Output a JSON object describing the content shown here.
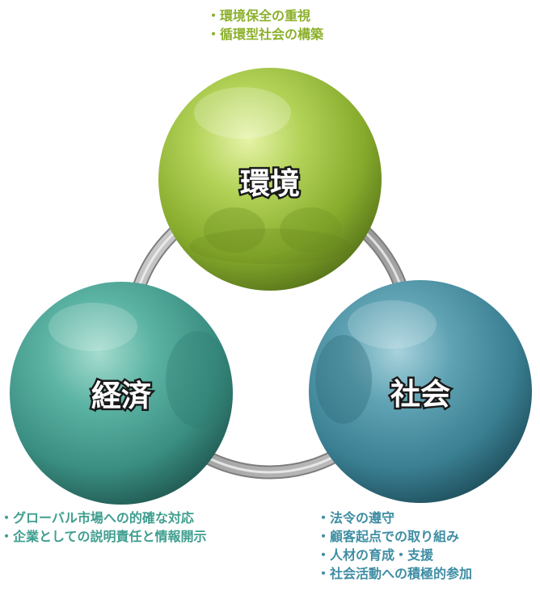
{
  "nodes": {
    "environment": {
      "label": "環境",
      "color": "#8cb02b",
      "items": [
        "・環境保全の重視",
        "・循環型社会の構築"
      ]
    },
    "economy": {
      "label": "経済",
      "color": "#3f9e8f",
      "items": [
        "・グローバル市場への的確な対応",
        "・企業としての説明責任と情報開示"
      ]
    },
    "society": {
      "label": "社会",
      "color": "#3f8da3",
      "items": [
        "・法令の遵守",
        "・顧客起点での取り組み",
        "・人材の育成・支援",
        "・社会活動への積極的参加"
      ]
    }
  }
}
